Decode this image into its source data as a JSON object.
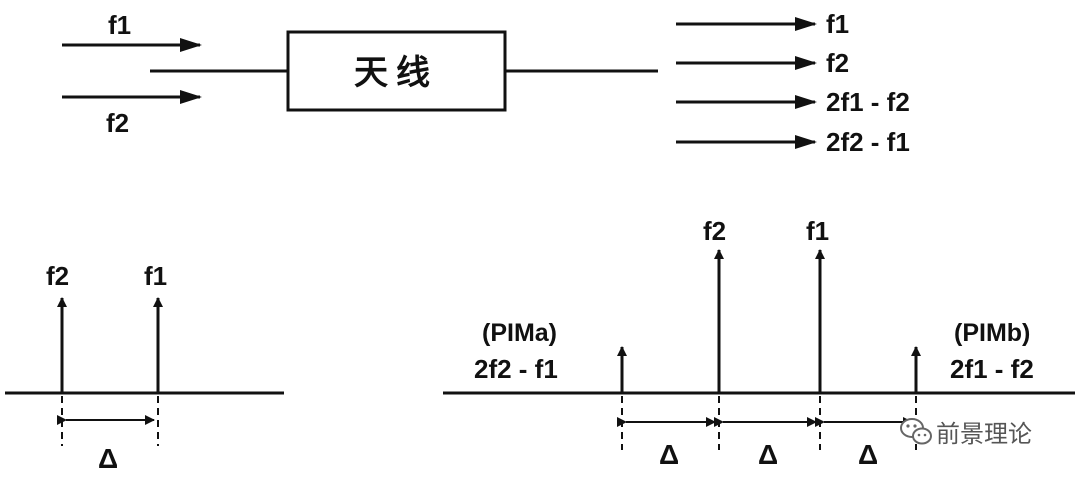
{
  "top": {
    "inputs": [
      "f1",
      "f2"
    ],
    "box_label": "天线",
    "outputs": [
      "f1",
      "f2",
      "2f1 - f2",
      "2f2 - f1"
    ]
  },
  "left_spectrum": {
    "tones": [
      "f2",
      "f1"
    ],
    "spacing": "Δ"
  },
  "right_spectrum": {
    "main_tones": [
      "f2",
      "f1"
    ],
    "pim_a": {
      "name": "(PIMa)",
      "expr": "2f2 - f1"
    },
    "pim_b": {
      "name": "(PIMb)",
      "expr": "2f1 - f2"
    },
    "spacings": [
      "Δ",
      "Δ",
      "Δ"
    ]
  },
  "watermark": {
    "text": "前景理论",
    "icon": "wechat-icon"
  }
}
